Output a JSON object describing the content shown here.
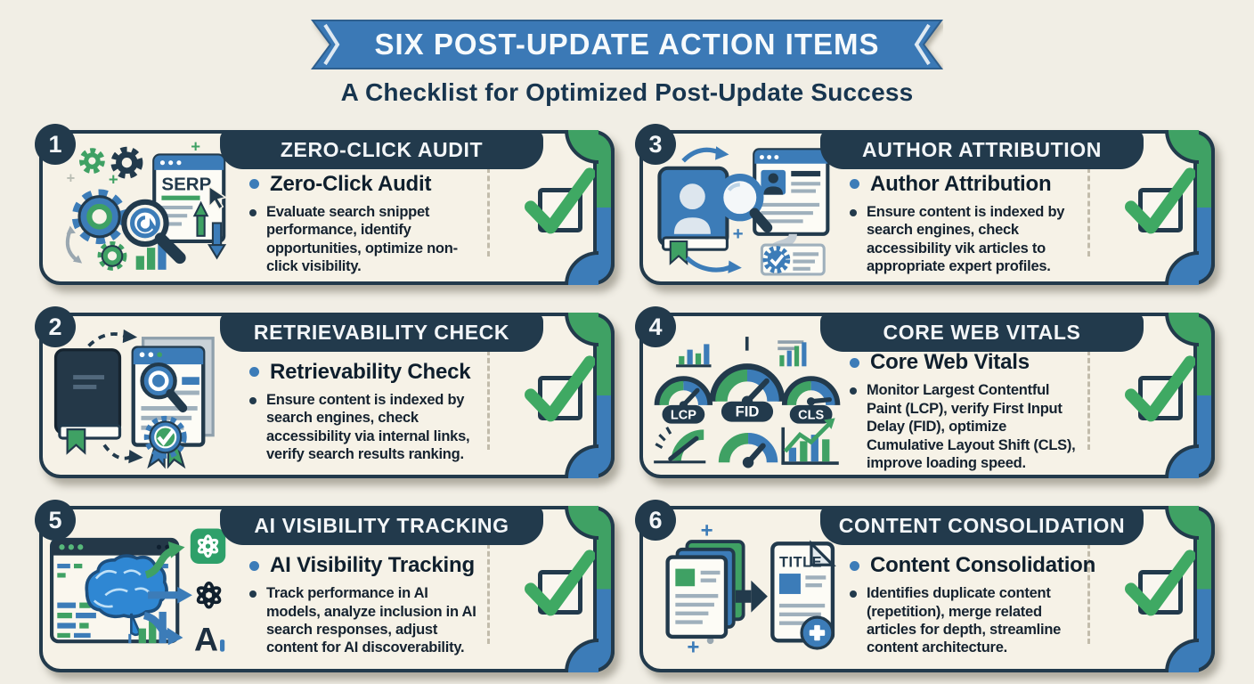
{
  "header": {
    "title": "SIX POST-UPDATE ACTION ITEMS",
    "subtitle": "A Checklist for Optimized Post-Update Success"
  },
  "colors": {
    "navy": "#223A4C",
    "blue": "#3C7CB8",
    "green": "#3FA164",
    "ribbon_blue": "#3A79B6",
    "check_green": "#3FA963",
    "card_bg": "#F6F2E7",
    "page_bg": "#F1EEE5"
  },
  "cards": [
    {
      "number": "1",
      "header": "ZERO-CLICK AUDIT",
      "title": "Zero-Click Audit",
      "description": "Evaluate search snippet performance, identify opportunities, optimize non-click visibility.",
      "illustration": "gears-serp-magnifier",
      "browser_label": "SERP",
      "checked": true
    },
    {
      "number": "2",
      "header": "RETRIEVABILITY CHECK",
      "title": "Retrievability Check",
      "description": "Ensure content is indexed by search engines, check accessibility via internal links, verify search results ranking.",
      "illustration": "book-document-rosette",
      "checked": true
    },
    {
      "number": "3",
      "header": "AUTHOR ATTRIBUTION",
      "title": "Author Attribution",
      "description": "Ensure content is indexed by search engines, check accessibility vik articles to appropriate expert profiles.",
      "illustration": "author-book-profile-certificate",
      "checked": true
    },
    {
      "number": "4",
      "header": "CORE WEB VITALS",
      "title": "Core Web Vitals",
      "description": "Monitor Largest Contentful Paint (LCP), verify First Input Delay (FID), optimize Cumulative Layout Shift (CLS), improve loading speed.",
      "illustration": "performance-gauges-charts",
      "gauges": [
        "LCP",
        "FID",
        "CLS"
      ],
      "checked": true
    },
    {
      "number": "5",
      "header": "AI VISIBILITY TRACKING",
      "title": "AI Visibility Tracking",
      "description": "Track performance in AI models, analyze inclusion in AI search responses, adjust content for AI discoverability.",
      "illustration": "brain-browser-ai-models",
      "ai_label": "A",
      "checked": true
    },
    {
      "number": "6",
      "header": "CONTENT CONSOLIDATION",
      "title": "Content Consolidation",
      "description": "Identifies duplicate content (repetition), merge related articles for depth, streamline content architecture.",
      "illustration": "documents-merge-title",
      "doc_label": "TITLE",
      "checked": true
    }
  ]
}
